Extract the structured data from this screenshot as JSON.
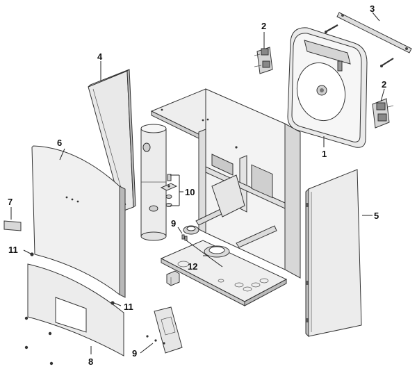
{
  "diagram": {
    "labels": {
      "p1": "1",
      "p2a": "2",
      "p2b": "2",
      "p3": "3",
      "p4": "4",
      "p5": "5",
      "p6": "6",
      "p7": "7",
      "p8": "8",
      "p9a": "9",
      "p9b": "9",
      "p10": "10",
      "p11a": "11",
      "p11b": "11",
      "p12": "12"
    }
  }
}
